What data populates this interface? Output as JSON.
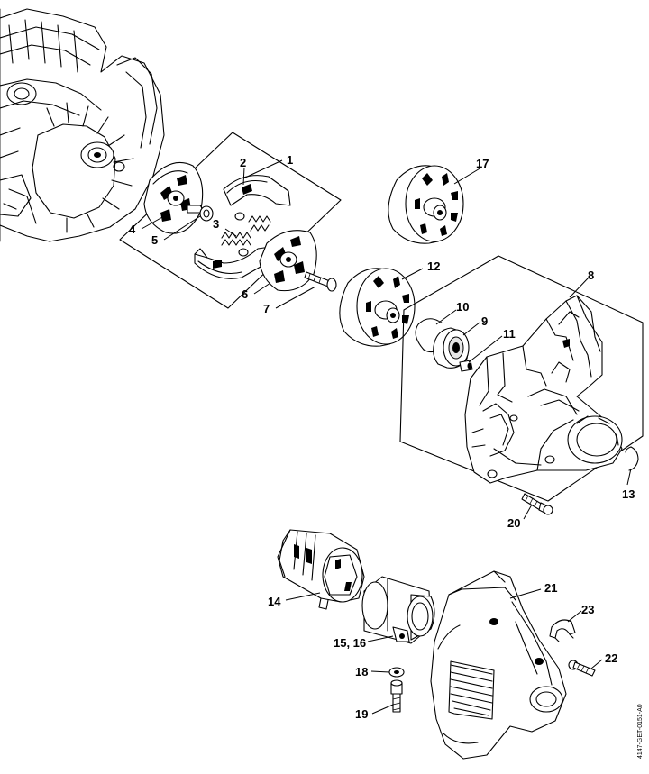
{
  "drawing_ref": "4147-GET-0151-A0",
  "callouts": {
    "c1": "1",
    "c2": "2",
    "c3": "3",
    "c4": "4",
    "c5": "5",
    "c6": "6",
    "c7": "7",
    "c8": "8",
    "c9": "9",
    "c10": "10",
    "c11": "11",
    "c12": "12",
    "c13": "13",
    "c14": "14",
    "c15": "15, 16",
    "c17": "17",
    "c18": "18",
    "c19": "19",
    "c20": "20",
    "c21": "21",
    "c22": "22",
    "c23": "23"
  }
}
